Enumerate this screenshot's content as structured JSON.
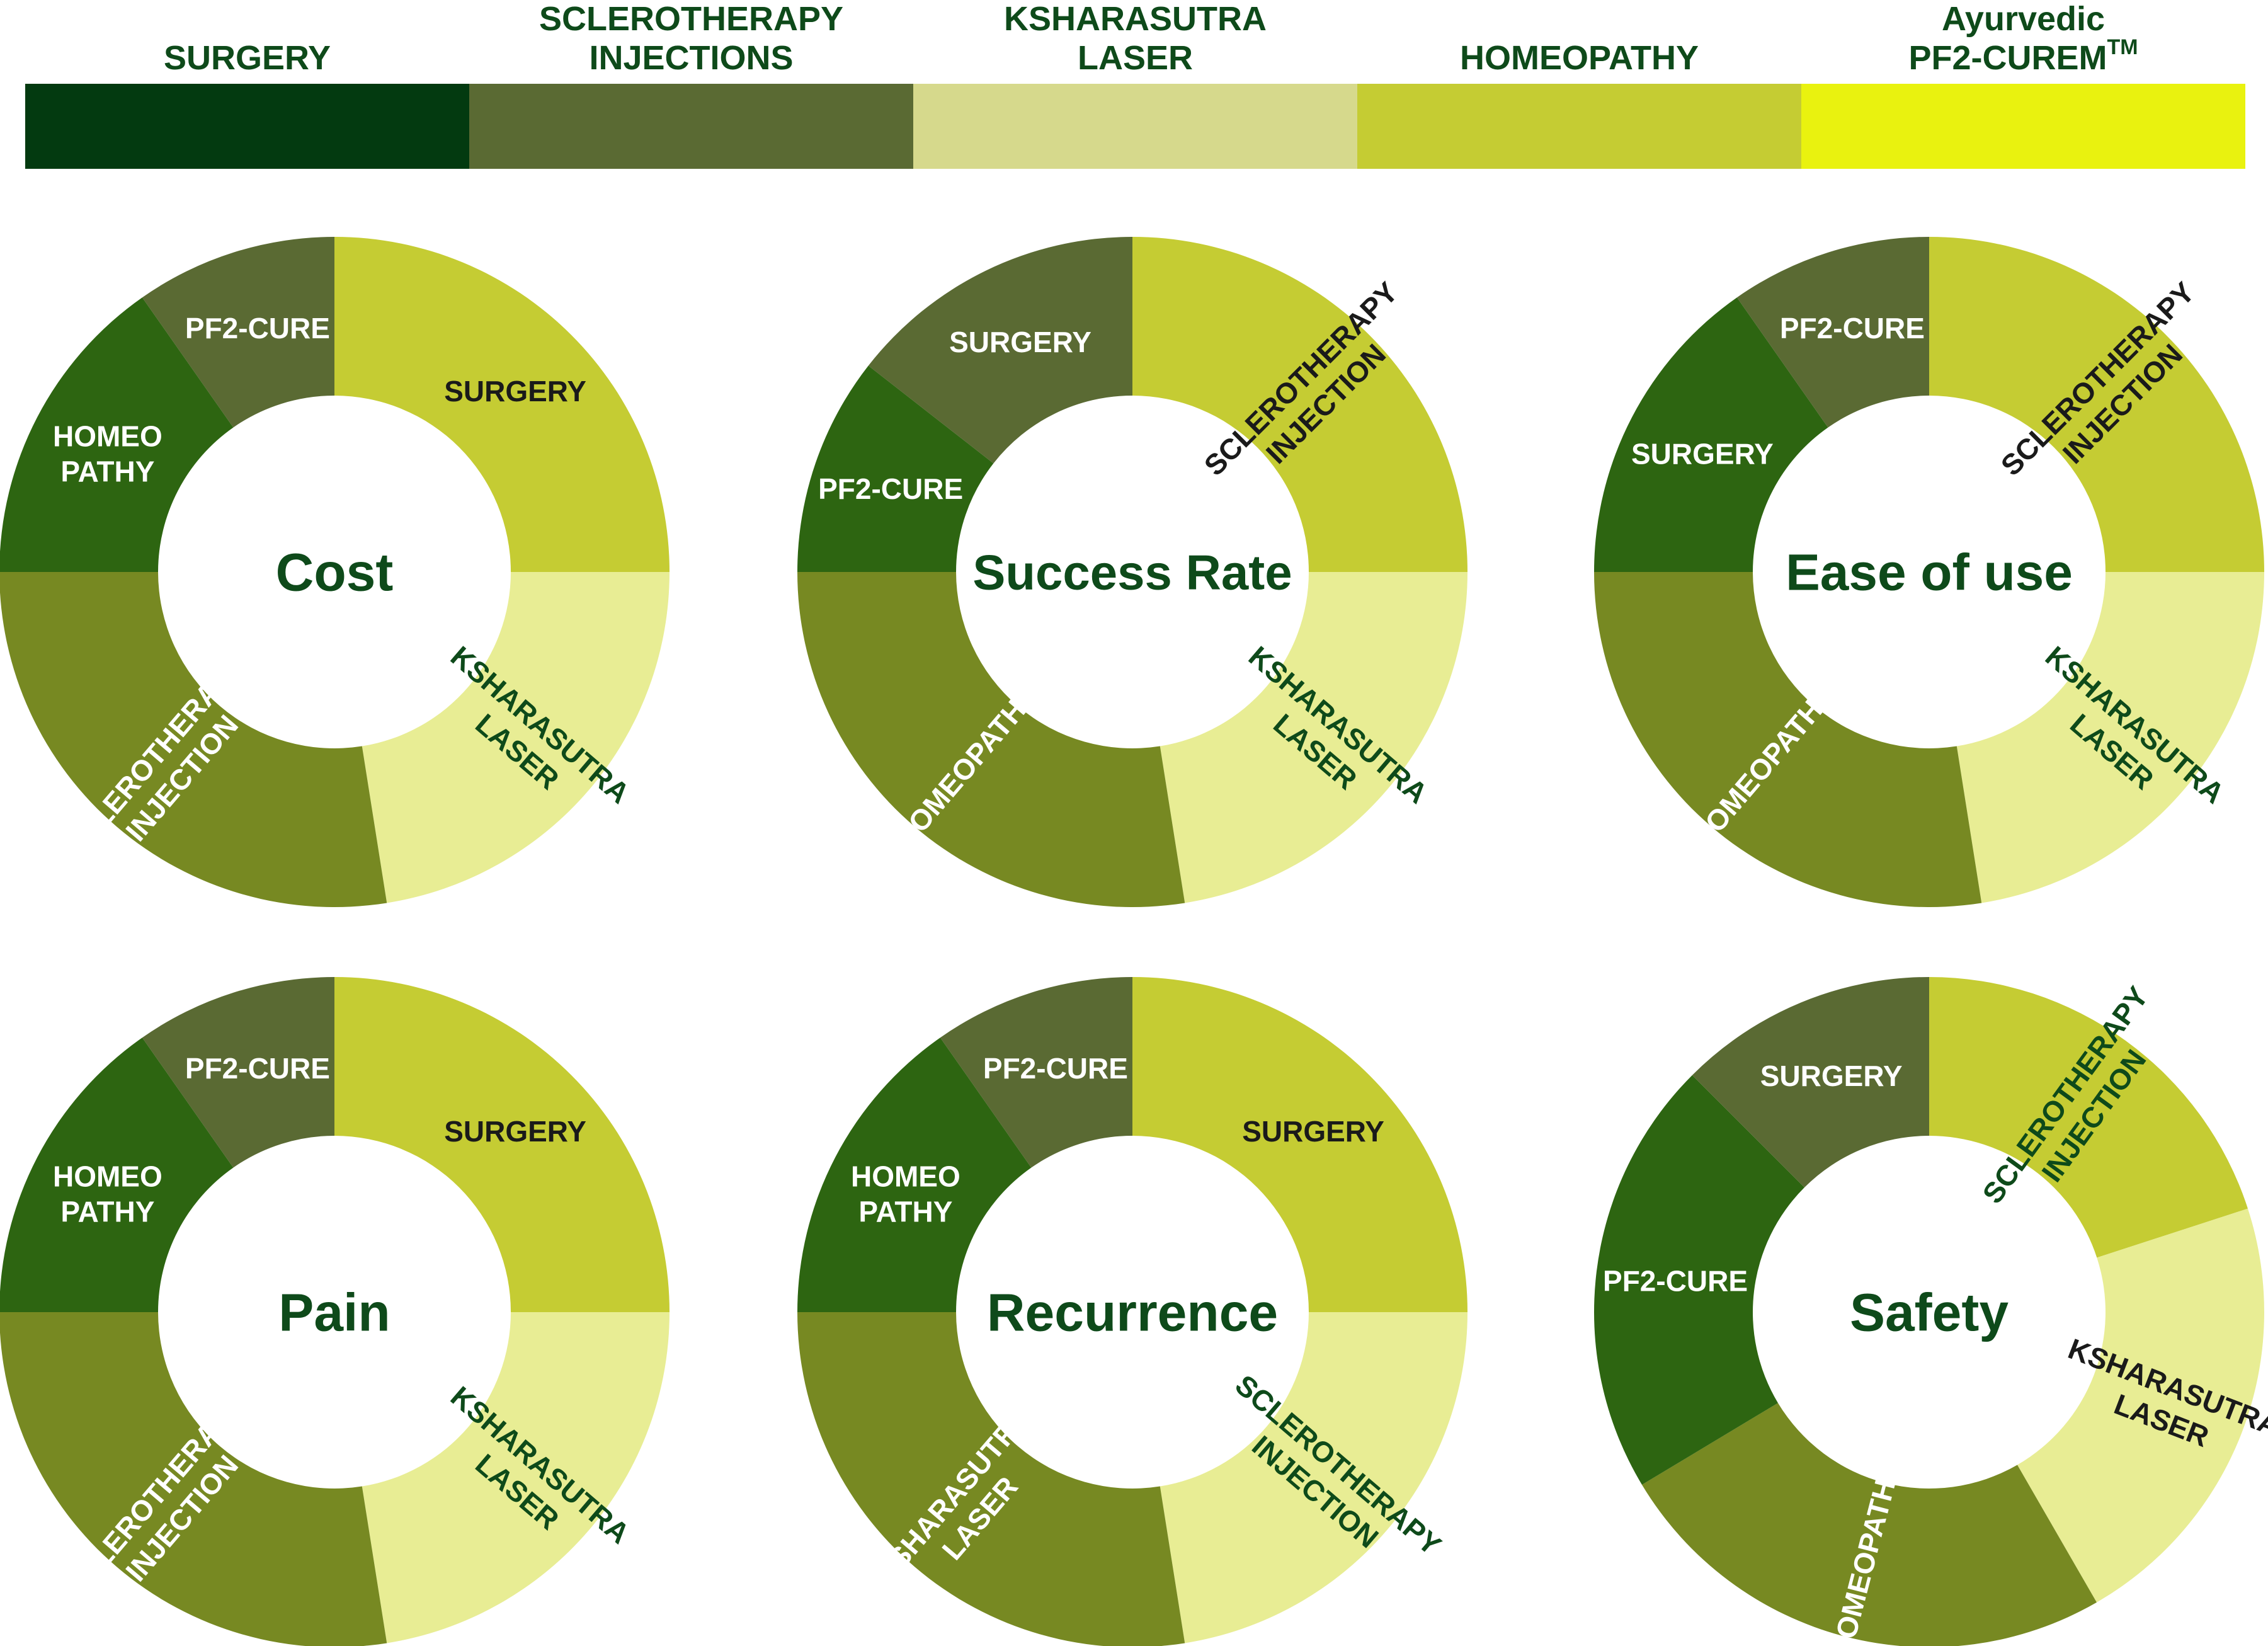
{
  "colors": {
    "text_dark_green": "#0e4a1a",
    "center_title": "#0e4a1a",
    "white": "#ffffff",
    "black": "#1a1a1a"
  },
  "legend": [
    {
      "lines": [
        "SURGERY"
      ],
      "color": "#033a10"
    },
    {
      "lines": [
        "SCLEROTHERAPY",
        "INJECTIONS"
      ],
      "color": "#5a6a33"
    },
    {
      "lines": [
        "KSHARASUTRA",
        "LASER"
      ],
      "color": "#d6d98c"
    },
    {
      "lines": [
        "HOMEOPATHY"
      ],
      "color": "#c5cc33"
    },
    {
      "lines": [
        "Ayurvedic",
        "PF2-CUREM"
      ],
      "superscript": "TM",
      "color": "#e9f20f"
    }
  ],
  "chart_data": [
    {
      "type": "donut",
      "title": "Cost",
      "segments": [
        {
          "lines": [
            "SURGERY"
          ],
          "from": 0,
          "to": 90,
          "color": "#c5cc33",
          "text": "#1a1a1a"
        },
        {
          "lines": [
            "KSHARASUTRA",
            "LASER"
          ],
          "from": 90,
          "to": 171,
          "color": "#e8ed94",
          "text": "#0e4a1a"
        },
        {
          "lines": [
            "SCLEROTHERAPY",
            "INJECTION"
          ],
          "from": 171,
          "to": 270,
          "color": "#778922",
          "text": "#ffffff"
        },
        {
          "lines": [
            "HOMEO",
            "PATHY"
          ],
          "from": 270,
          "to": 325,
          "color": "#2d6511",
          "text": "#ffffff"
        },
        {
          "lines": [
            "PF2-CURE"
          ],
          "from": 325,
          "to": 360,
          "color": "#5a6a33",
          "text": "#ffffff"
        }
      ]
    },
    {
      "type": "donut",
      "title": "Success Rate",
      "segments": [
        {
          "lines": [
            "SCLEROTHERAPY",
            "INJECTION"
          ],
          "from": 0,
          "to": 90,
          "color": "#c5cc33",
          "text": "#1a1a1a"
        },
        {
          "lines": [
            "KSHARASUTRA",
            "LASER"
          ],
          "from": 90,
          "to": 171,
          "color": "#e8ed94",
          "text": "#0e4a1a"
        },
        {
          "lines": [
            "HOMEOPATHY"
          ],
          "from": 171,
          "to": 270,
          "color": "#778922",
          "text": "#ffffff"
        },
        {
          "lines": [
            "PF2-CURE"
          ],
          "from": 270,
          "to": 308,
          "color": "#2d6511",
          "text": "#ffffff"
        },
        {
          "lines": [
            "SURGERY"
          ],
          "from": 308,
          "to": 360,
          "color": "#5a6a33",
          "text": "#ffffff"
        }
      ]
    },
    {
      "type": "donut",
      "title": "Ease of use",
      "segments": [
        {
          "lines": [
            "SCLEROTHERAPY",
            "INJECTION"
          ],
          "from": 0,
          "to": 90,
          "color": "#c5cc33",
          "text": "#1a1a1a"
        },
        {
          "lines": [
            "KSHARASUTRA",
            "LASER"
          ],
          "from": 90,
          "to": 171,
          "color": "#e8ed94",
          "text": "#0e4a1a"
        },
        {
          "lines": [
            "HOMEOPATHY"
          ],
          "from": 171,
          "to": 270,
          "color": "#778922",
          "text": "#ffffff"
        },
        {
          "lines": [
            "SURGERY"
          ],
          "from": 270,
          "to": 325,
          "color": "#2d6511",
          "text": "#ffffff"
        },
        {
          "lines": [
            "PF2-CURE"
          ],
          "from": 325,
          "to": 360,
          "color": "#5a6a33",
          "text": "#ffffff"
        }
      ]
    },
    {
      "type": "donut",
      "title": "Pain",
      "segments": [
        {
          "lines": [
            "SURGERY"
          ],
          "from": 0,
          "to": 90,
          "color": "#c5cc33",
          "text": "#1a1a1a"
        },
        {
          "lines": [
            "KSHARASUTRA",
            "LASER"
          ],
          "from": 90,
          "to": 171,
          "color": "#e8ed94",
          "text": "#0e4a1a"
        },
        {
          "lines": [
            "SCLEROTHERAPY",
            "INJECTION"
          ],
          "from": 171,
          "to": 270,
          "color": "#778922",
          "text": "#ffffff"
        },
        {
          "lines": [
            "HOMEO",
            "PATHY"
          ],
          "from": 270,
          "to": 325,
          "color": "#2d6511",
          "text": "#ffffff"
        },
        {
          "lines": [
            "PF2-CURE"
          ],
          "from": 325,
          "to": 360,
          "color": "#5a6a33",
          "text": "#ffffff"
        }
      ]
    },
    {
      "type": "donut",
      "title": "Recurrence",
      "segments": [
        {
          "lines": [
            "SURGERY"
          ],
          "from": 0,
          "to": 90,
          "color": "#c5cc33",
          "text": "#1a1a1a"
        },
        {
          "lines": [
            "SCLEROTHERAPY",
            "INJECTION"
          ],
          "from": 90,
          "to": 171,
          "color": "#e8ed94",
          "text": "#0e4a1a"
        },
        {
          "lines": [
            "KSHARASUTRA",
            "LASER"
          ],
          "from": 171,
          "to": 270,
          "color": "#778922",
          "text": "#ffffff"
        },
        {
          "lines": [
            "HOMEO",
            "PATHY"
          ],
          "from": 270,
          "to": 325,
          "color": "#2d6511",
          "text": "#ffffff"
        },
        {
          "lines": [
            "PF2-CURE"
          ],
          "from": 325,
          "to": 360,
          "color": "#5a6a33",
          "text": "#ffffff"
        }
      ]
    },
    {
      "type": "donut",
      "title": "Safety",
      "segments": [
        {
          "lines": [
            "SCLEROTHERAPY",
            "INJECTION"
          ],
          "from": 0,
          "to": 72,
          "color": "#c5cc33",
          "text": "#0e4a1a"
        },
        {
          "lines": [
            "KSHARASUTRA",
            "LASER"
          ],
          "from": 72,
          "to": 150,
          "color": "#e8ed94",
          "text": "#1a1a1a"
        },
        {
          "lines": [
            "HOMEOPATHY"
          ],
          "from": 150,
          "to": 239,
          "color": "#778922",
          "text": "#ffffff"
        },
        {
          "lines": [
            "PF2-CURE"
          ],
          "from": 239,
          "to": 315,
          "color": "#2d6511",
          "text": "#ffffff"
        },
        {
          "lines": [
            "SURGERY"
          ],
          "from": 315,
          "to": 360,
          "color": "#5a6a33",
          "text": "#ffffff"
        }
      ]
    }
  ]
}
